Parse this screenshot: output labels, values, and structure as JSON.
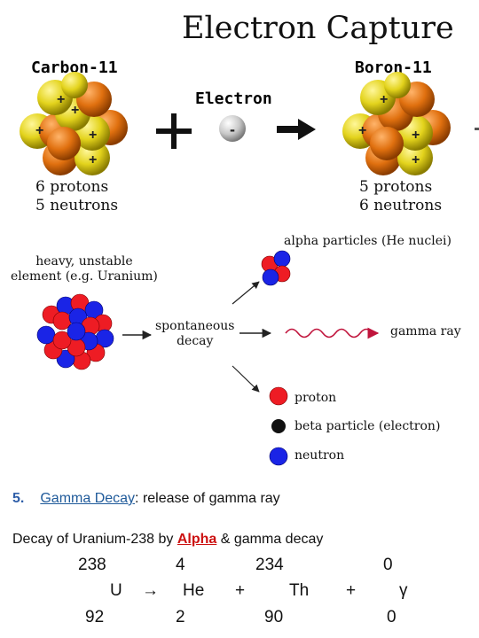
{
  "title": "Electron Capture",
  "electron_capture": {
    "left_label": "Carbon-11",
    "right_label": "Boron-11",
    "electron_label": "Electron",
    "electron_sign": "-",
    "left_protons": "6 protons",
    "left_neutrons": "5 neutrons",
    "right_protons": "5 protons",
    "right_neutrons": "6 neutrons",
    "nucleon_sign": "+"
  },
  "decay_diagram": {
    "source_line1": "heavy, unstable",
    "source_line2": "element (e.g. Uranium)",
    "process_line1": "spontaneous",
    "process_line2": "decay",
    "alpha_label": "alpha particles (He nuclei)",
    "gamma_label": "gamma ray",
    "legend": {
      "proton": "proton",
      "beta": "beta particle (electron)",
      "neutron": "neutron"
    },
    "colors": {
      "proton": "#ee1c24",
      "neutron": "#1a24e6",
      "beta": "#111111",
      "gamma": "#c0143c"
    }
  },
  "section5": {
    "number": "5.",
    "link_text": "Gamma Decay",
    "rest": ": release of gamma ray"
  },
  "decay_sentence": {
    "prefix": "Decay of Uranium-238 by ",
    "alpha_word": "Alpha",
    "suffix": " &  gamma decay"
  },
  "equation": {
    "u_mass": "238",
    "u_symbol": "U",
    "u_atomic": "92",
    "arrow": "→",
    "he_mass": "4",
    "he_symbol": "He",
    "he_atomic": "2",
    "plus1": "+",
    "th_mass": "234",
    "th_symbol": "Th",
    "th_atomic": "90",
    "plus2": "+",
    "g_mass": "0",
    "g_symbol": "γ",
    "g_atomic": "0"
  }
}
